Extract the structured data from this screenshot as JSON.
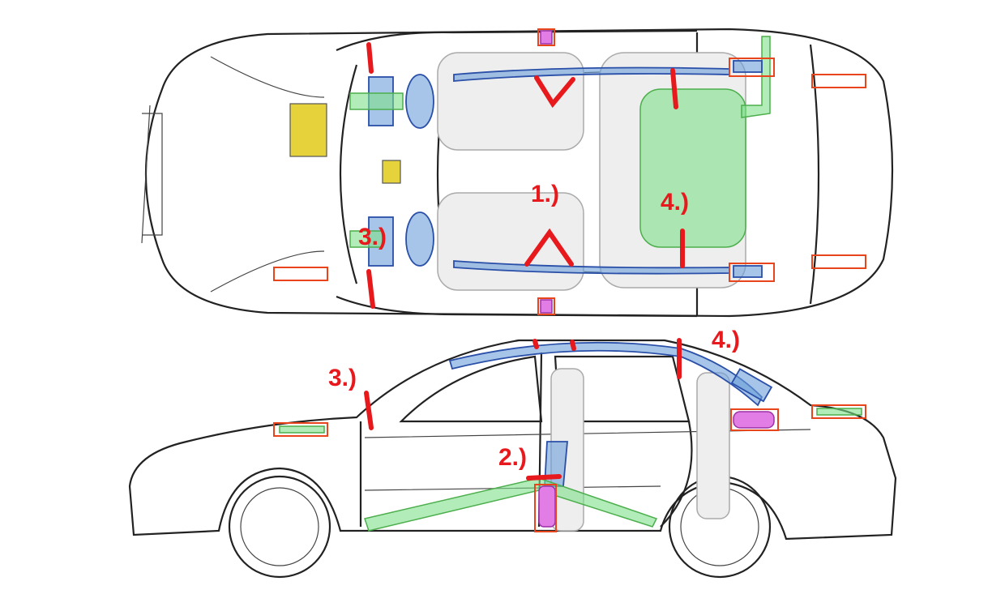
{
  "diagram": {
    "top_view": {
      "labels": {
        "marker_1": "1.)",
        "marker_3": "3.)",
        "marker_4": "4.)"
      }
    },
    "side_view": {
      "labels": {
        "marker_2": "2.)",
        "marker_3": "3.)",
        "marker_4": "4.)"
      }
    },
    "colors": {
      "cut_marker": "#e8191c",
      "curtain_airbag": "#6a9fd8",
      "gas_generator": "#e27de6",
      "fuel_tank": "#7fe08a",
      "battery": "#e6d33b"
    }
  }
}
